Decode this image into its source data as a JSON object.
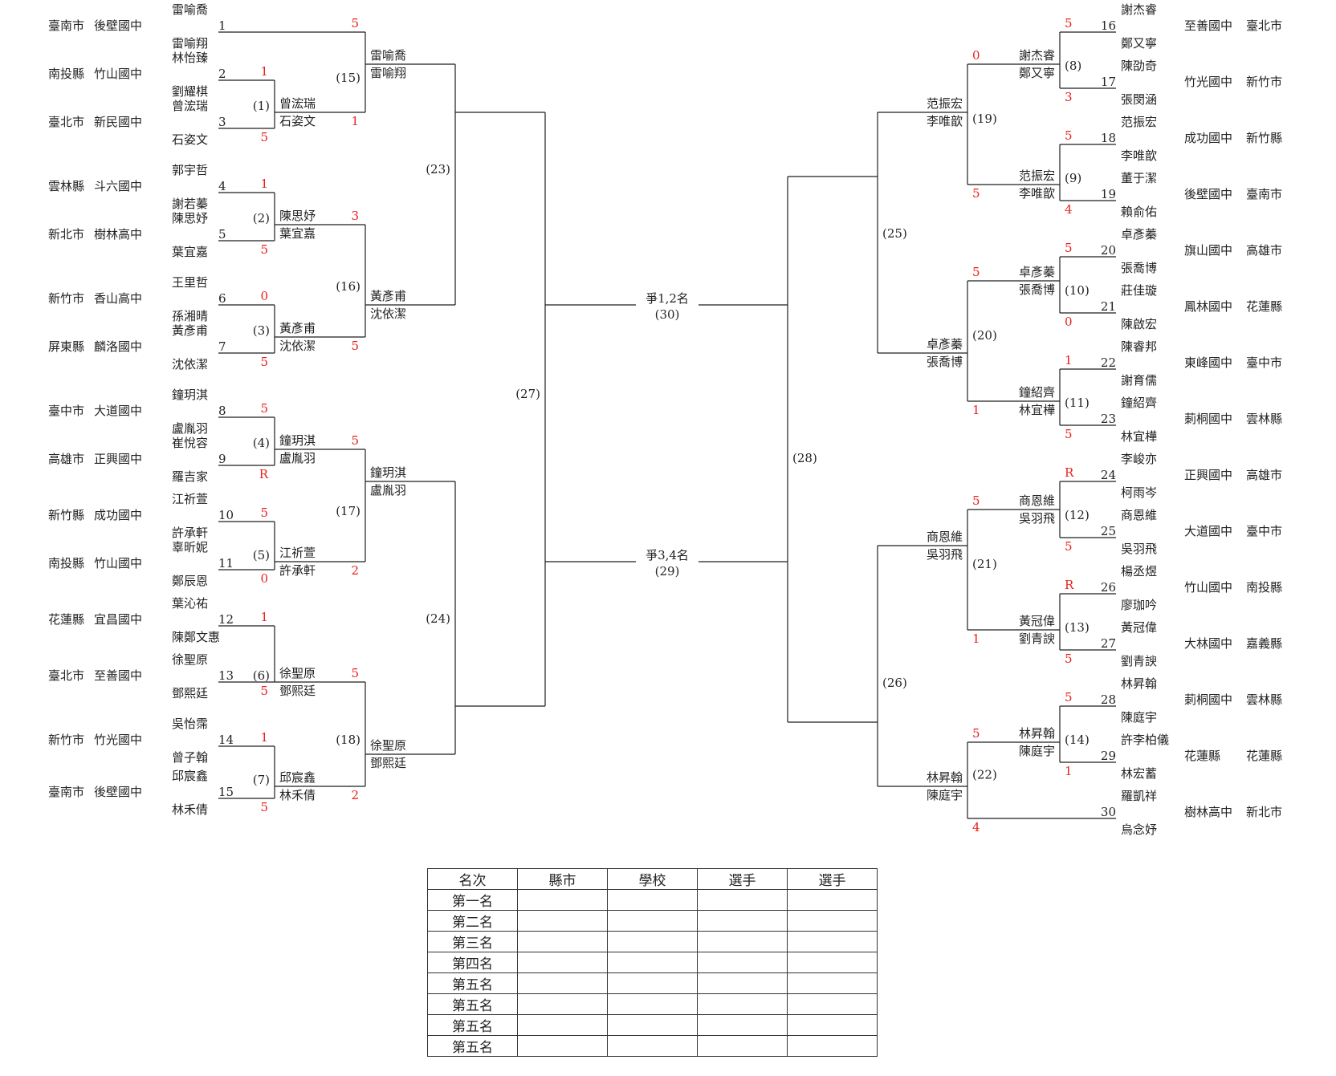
{
  "left_entries": [
    {
      "seed": "1",
      "city": "臺南市",
      "school": "後壁國中",
      "p1": "雷喻喬",
      "p2": "雷喻翔"
    },
    {
      "seed": "2",
      "city": "南投縣",
      "school": "竹山國中",
      "p1": "林怡臻",
      "p2": "劉耀棋"
    },
    {
      "seed": "3",
      "city": "臺北市",
      "school": "新民國中",
      "p1": "曾浤瑞",
      "p2": "石姿文"
    },
    {
      "seed": "4",
      "city": "雲林縣",
      "school": "斗六國中",
      "p1": "郭宇哲",
      "p2": "謝若蓁"
    },
    {
      "seed": "5",
      "city": "新北市",
      "school": "樹林高中",
      "p1": "陳思妤",
      "p2": "葉宜嘉"
    },
    {
      "seed": "6",
      "city": "新竹市",
      "school": "香山高中",
      "p1": "王里哲",
      "p2": "孫湘晴"
    },
    {
      "seed": "7",
      "city": "屏東縣",
      "school": "麟洛國中",
      "p1": "黃彥甫",
      "p2": "沈依潔"
    },
    {
      "seed": "8",
      "city": "臺中市",
      "school": "大道國中",
      "p1": "鐘玥淇",
      "p2": "盧胤羽"
    },
    {
      "seed": "9",
      "city": "高雄市",
      "school": "正興國中",
      "p1": "崔悅容",
      "p2": "羅吉家"
    },
    {
      "seed": "10",
      "city": "新竹縣",
      "school": "成功國中",
      "p1": "江祈萱",
      "p2": "許承軒"
    },
    {
      "seed": "11",
      "city": "南投縣",
      "school": "竹山國中",
      "p1": "辜昕妮",
      "p2": "鄭辰恩"
    },
    {
      "seed": "12",
      "city": "花蓮縣",
      "school": "宜昌國中",
      "p1": "葉沁祐",
      "p2": "陳鄭文惠"
    },
    {
      "seed": "13",
      "city": "臺北市",
      "school": "至善國中",
      "p1": "徐聖原",
      "p2": "鄧熙廷"
    },
    {
      "seed": "14",
      "city": "新竹市",
      "school": "竹光國中",
      "p1": "吳怡霈",
      "p2": "曾子翰"
    },
    {
      "seed": "15",
      "city": "臺南市",
      "school": "後壁國中",
      "p1": "邱宸鑫",
      "p2": "林禾倩"
    }
  ],
  "right_entries": [
    {
      "seed": "16",
      "city": "臺北市",
      "school": "至善國中",
      "p1": "謝杰睿",
      "p2": "鄭又寧"
    },
    {
      "seed": "17",
      "city": "新竹市",
      "school": "竹光國中",
      "p1": "陳劭奇",
      "p2": "張閔涵"
    },
    {
      "seed": "18",
      "city": "新竹縣",
      "school": "成功國中",
      "p1": "范振宏",
      "p2": "李唯歆"
    },
    {
      "seed": "19",
      "city": "臺南市",
      "school": "後壁國中",
      "p1": "董于潔",
      "p2": "賴俞佑"
    },
    {
      "seed": "20",
      "city": "高雄市",
      "school": "旗山國中",
      "p1": "卓彥蓁",
      "p2": "張喬博"
    },
    {
      "seed": "21",
      "city": "花蓮縣",
      "school": "鳳林國中",
      "p1": "莊佳璇",
      "p2": "陳啟宏"
    },
    {
      "seed": "22",
      "city": "臺中市",
      "school": "東峰國中",
      "p1": "陳睿邦",
      "p2": "謝育儒"
    },
    {
      "seed": "23",
      "city": "雲林縣",
      "school": "莿桐國中",
      "p1": "鐘紹齊",
      "p2": "林宜樺"
    },
    {
      "seed": "24",
      "city": "高雄市",
      "school": "正興國中",
      "p1": "李峻亦",
      "p2": "柯雨岑"
    },
    {
      "seed": "25",
      "city": "臺中市",
      "school": "大道國中",
      "p1": "商恩維",
      "p2": "吳羽飛"
    },
    {
      "seed": "26",
      "city": "南投縣",
      "school": "竹山國中",
      "p1": "楊丞煜",
      "p2": "廖珈吟"
    },
    {
      "seed": "27",
      "city": "嘉義縣",
      "school": "大林國中",
      "p1": "黃冠偉",
      "p2": "劉青諛"
    },
    {
      "seed": "28",
      "city": "雲林縣",
      "school": "莿桐國中",
      "p1": "林昇翰",
      "p2": "陳庭宇"
    },
    {
      "seed": "29",
      "city": "花蓮縣",
      "school": "花蓮縣",
      "p1": "許李柏儀",
      "p2": "林宏蓄"
    },
    {
      "seed": "30",
      "city": "新北市",
      "school": "樹林高中",
      "p1": "羅凱祥",
      "p2": "烏念妤"
    }
  ],
  "matches": {
    "m1": {
      "label": "(1)",
      "score_top": "1",
      "score_bottom": "5",
      "winner_p1": "曾浤瑞",
      "winner_p2": "石姿文"
    },
    "m2": {
      "label": "(2)",
      "score_top": "1",
      "score_bottom": "5",
      "winner_p1": "陳思妤",
      "winner_p2": "葉宜嘉"
    },
    "m3": {
      "label": "(3)",
      "score_top": "0",
      "score_bottom": "5",
      "winner_p1": "黃彥甫",
      "winner_p2": "沈依潔"
    },
    "m4": {
      "label": "(4)",
      "score_top": "5",
      "score_bottom": "R",
      "winner_p1": "鐘玥淇",
      "winner_p2": "盧胤羽"
    },
    "m5": {
      "label": "(5)",
      "score_top": "5",
      "score_bottom": "0",
      "winner_p1": "江祈萱",
      "winner_p2": "許承軒"
    },
    "m6": {
      "label": "(6)",
      "score_top": "1",
      "score_bottom": "5",
      "winner_p1": "徐聖原",
      "winner_p2": "鄧熙廷"
    },
    "m7": {
      "label": "(7)",
      "score_top": "1",
      "score_bottom": "5",
      "winner_p1": "邱宸鑫",
      "winner_p2": "林禾倩"
    },
    "m15": {
      "label": "(15)",
      "score_top": "5",
      "score_bottom": "1",
      "winner_p1": "雷喻喬",
      "winner_p2": "雷喻翔"
    },
    "m16": {
      "label": "(16)",
      "score_top": "3",
      "score_bottom": "5",
      "winner_p1": "黃彥甫",
      "winner_p2": "沈依潔"
    },
    "m17": {
      "label": "(17)",
      "score_top": "5",
      "score_bottom": "2",
      "winner_p1": "鐘玥淇",
      "winner_p2": "盧胤羽"
    },
    "m18": {
      "label": "(18)",
      "score_top": "5",
      "score_bottom": "2",
      "winner_p1": "徐聖原",
      "winner_p2": "鄧熙廷"
    },
    "m23": {
      "label": "(23)"
    },
    "m24": {
      "label": "(24)"
    },
    "m27": {
      "label": "(27)"
    },
    "m8": {
      "label": "(8)",
      "score_top": "5",
      "score_bottom": "3",
      "winner_p1": "謝杰睿",
      "winner_p2": "鄭又寧"
    },
    "m9": {
      "label": "(9)",
      "score_top": "5",
      "score_bottom": "4",
      "winner_p1": "范振宏",
      "winner_p2": "李唯歆"
    },
    "m10": {
      "label": "(10)",
      "score_top": "5",
      "score_bottom": "0",
      "winner_p1": "卓彥蓁",
      "winner_p2": "張喬博"
    },
    "m11": {
      "label": "(11)",
      "score_top": "1",
      "score_bottom": "5",
      "winner_p1": "鐘紹齊",
      "winner_p2": "林宜樺"
    },
    "m12": {
      "label": "(12)",
      "score_top": "R",
      "score_bottom": "5",
      "winner_p1": "商恩維",
      "winner_p2": "吳羽飛"
    },
    "m13": {
      "label": "(13)",
      "score_top": "R",
      "score_bottom": "5",
      "winner_p1": "黃冠偉",
      "winner_p2": "劉青諛"
    },
    "m14": {
      "label": "(14)",
      "score_top": "5",
      "score_bottom": "1",
      "winner_p1": "林昇翰",
      "winner_p2": "陳庭宇"
    },
    "m19": {
      "label": "(19)",
      "score_top": "0",
      "score_bottom": "5",
      "winner_p1": "范振宏",
      "winner_p2": "李唯歆"
    },
    "m20": {
      "label": "(20)",
      "score_top": "5",
      "score_bottom": "1",
      "winner_p1": "卓彥蓁",
      "winner_p2": "張喬博"
    },
    "m21": {
      "label": "(21)",
      "score_top": "5",
      "score_bottom": "1",
      "winner_p1": "商恩維",
      "winner_p2": "吳羽飛"
    },
    "m22": {
      "label": "(22)",
      "score_top": "5",
      "score_bottom": "4",
      "winner_p1": "林昇翰",
      "winner_p2": "陳庭宇"
    },
    "m25": {
      "label": "(25)"
    },
    "m26": {
      "label": "(26)"
    },
    "m28": {
      "label": "(28)"
    }
  },
  "finals": {
    "final": {
      "title": "爭1,2名",
      "label": "(30)"
    },
    "third": {
      "title": "爭3,4名",
      "label": "(29)"
    }
  },
  "ranking": {
    "headers": [
      "名次",
      "縣市",
      "學校",
      "選手",
      "選手"
    ],
    "rows": [
      "第一名",
      "第二名",
      "第三名",
      "第四名",
      "第五名",
      "第五名",
      "第五名",
      "第五名"
    ]
  },
  "colors": {
    "line": "#1f1f1f",
    "text": "#222222",
    "score": "#e8201c"
  }
}
